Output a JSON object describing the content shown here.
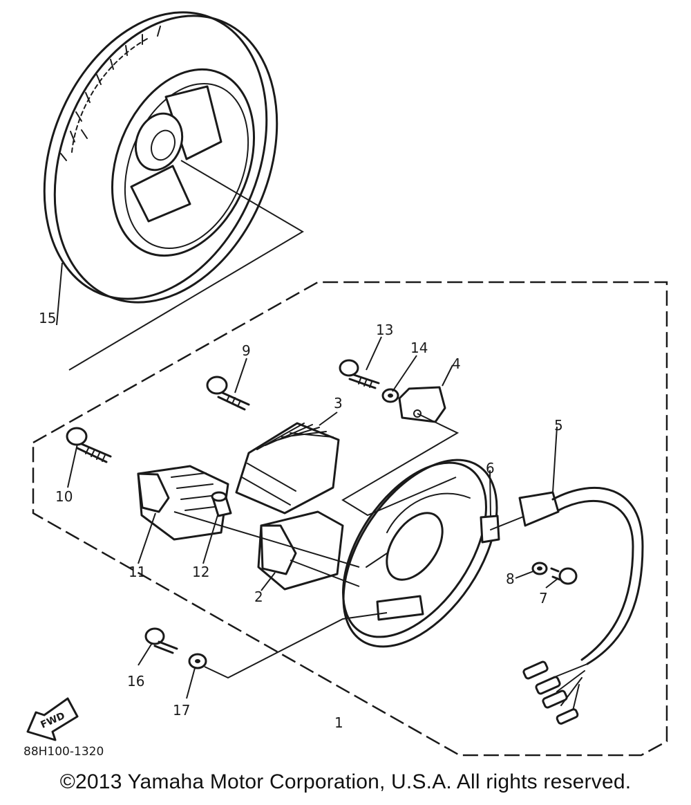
{
  "diagram": {
    "part_callouts": [
      "1",
      "2",
      "3",
      "4",
      "5",
      "6",
      "7",
      "8",
      "9",
      "10",
      "11",
      "12",
      "13",
      "14",
      "15",
      "16",
      "17"
    ],
    "fwd_label": "FWD",
    "drawing_code": "88H100-1320"
  },
  "footer": {
    "copyright": "©2013 Yamaha Motor Corporation, U.S.A. All rights reserved."
  }
}
